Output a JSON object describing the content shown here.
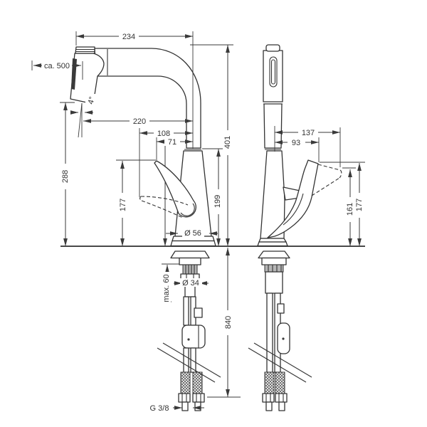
{
  "drawing": {
    "dimension_labels": {
      "spout_reach": "234",
      "hose_pullout": "ca. 500",
      "spray_angle": "4°",
      "reach_outer": "220",
      "handle_open_reach": "108",
      "handle_reach": "71",
      "side_handle_open_reach": "137",
      "side_handle_reach": "93",
      "height_spray_head": "288",
      "height_handle_front": "177",
      "height_spout_under": "199",
      "height_total": "401",
      "side_height_handle_open": "161",
      "side_height_handle": "177",
      "base_diameter": "Ø 56",
      "counter_max_thickness": "max. 60",
      "hole_diameter": "Ø 34",
      "hose_length": "840",
      "thread_size": "G 3/8"
    }
  }
}
